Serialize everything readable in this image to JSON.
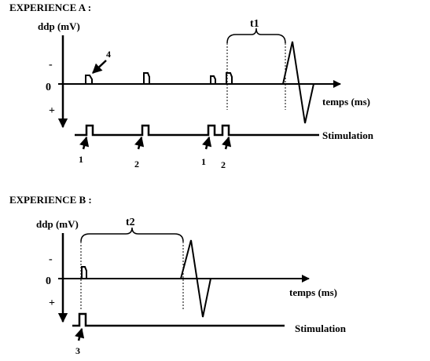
{
  "experience_a": {
    "title": "EXPERIENCE A :",
    "ylabel": "ddp  (mV)",
    "xlabel": "temps (ms)",
    "minus": "-",
    "zero": "0",
    "plus": "+",
    "interval_label": "t1",
    "pointer_label": "4",
    "stimulation_label": "Stimulation",
    "stim_numbers": [
      "1",
      "2",
      "1",
      "2"
    ]
  },
  "experience_b": {
    "title": "EXPERIENCE B :",
    "ylabel": "ddp  (mV)",
    "xlabel": "temps (ms)",
    "minus": "-",
    "zero": "0",
    "plus": "+",
    "interval_label": "t2",
    "stimulation_label": "Stimulation",
    "stim_numbers": [
      "3"
    ]
  }
}
